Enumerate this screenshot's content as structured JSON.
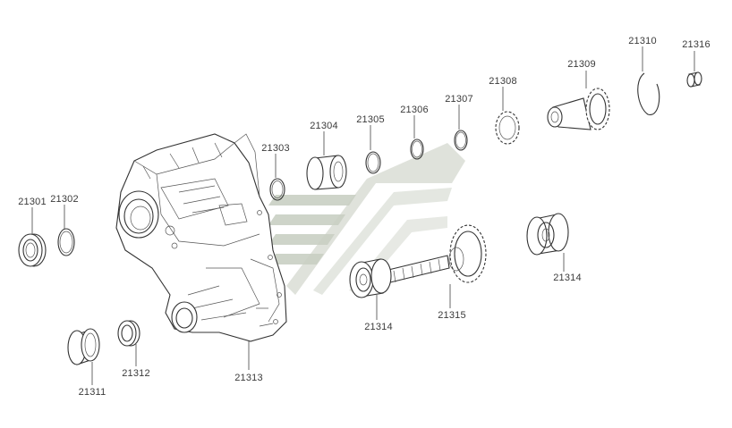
{
  "diagram": {
    "watermark_color": "#c9cfc3",
    "parts": [
      {
        "id": "p21301",
        "number": "21301"
      },
      {
        "id": "p21302",
        "number": "21302"
      },
      {
        "id": "p21303",
        "number": "21303"
      },
      {
        "id": "p21304",
        "number": "21304"
      },
      {
        "id": "p21305",
        "number": "21305"
      },
      {
        "id": "p21306",
        "number": "21306"
      },
      {
        "id": "p21307",
        "number": "21307"
      },
      {
        "id": "p21308",
        "number": "21308"
      },
      {
        "id": "p21309",
        "number": "21309"
      },
      {
        "id": "p21310",
        "number": "21310"
      },
      {
        "id": "p21316",
        "number": "21316"
      },
      {
        "id": "p21314a",
        "number": "21314"
      },
      {
        "id": "p21314b",
        "number": "21314"
      },
      {
        "id": "p21315",
        "number": "21315"
      },
      {
        "id": "p21313",
        "number": "21313"
      },
      {
        "id": "p21312",
        "number": "21312"
      },
      {
        "id": "p21311",
        "number": "21311"
      }
    ]
  }
}
